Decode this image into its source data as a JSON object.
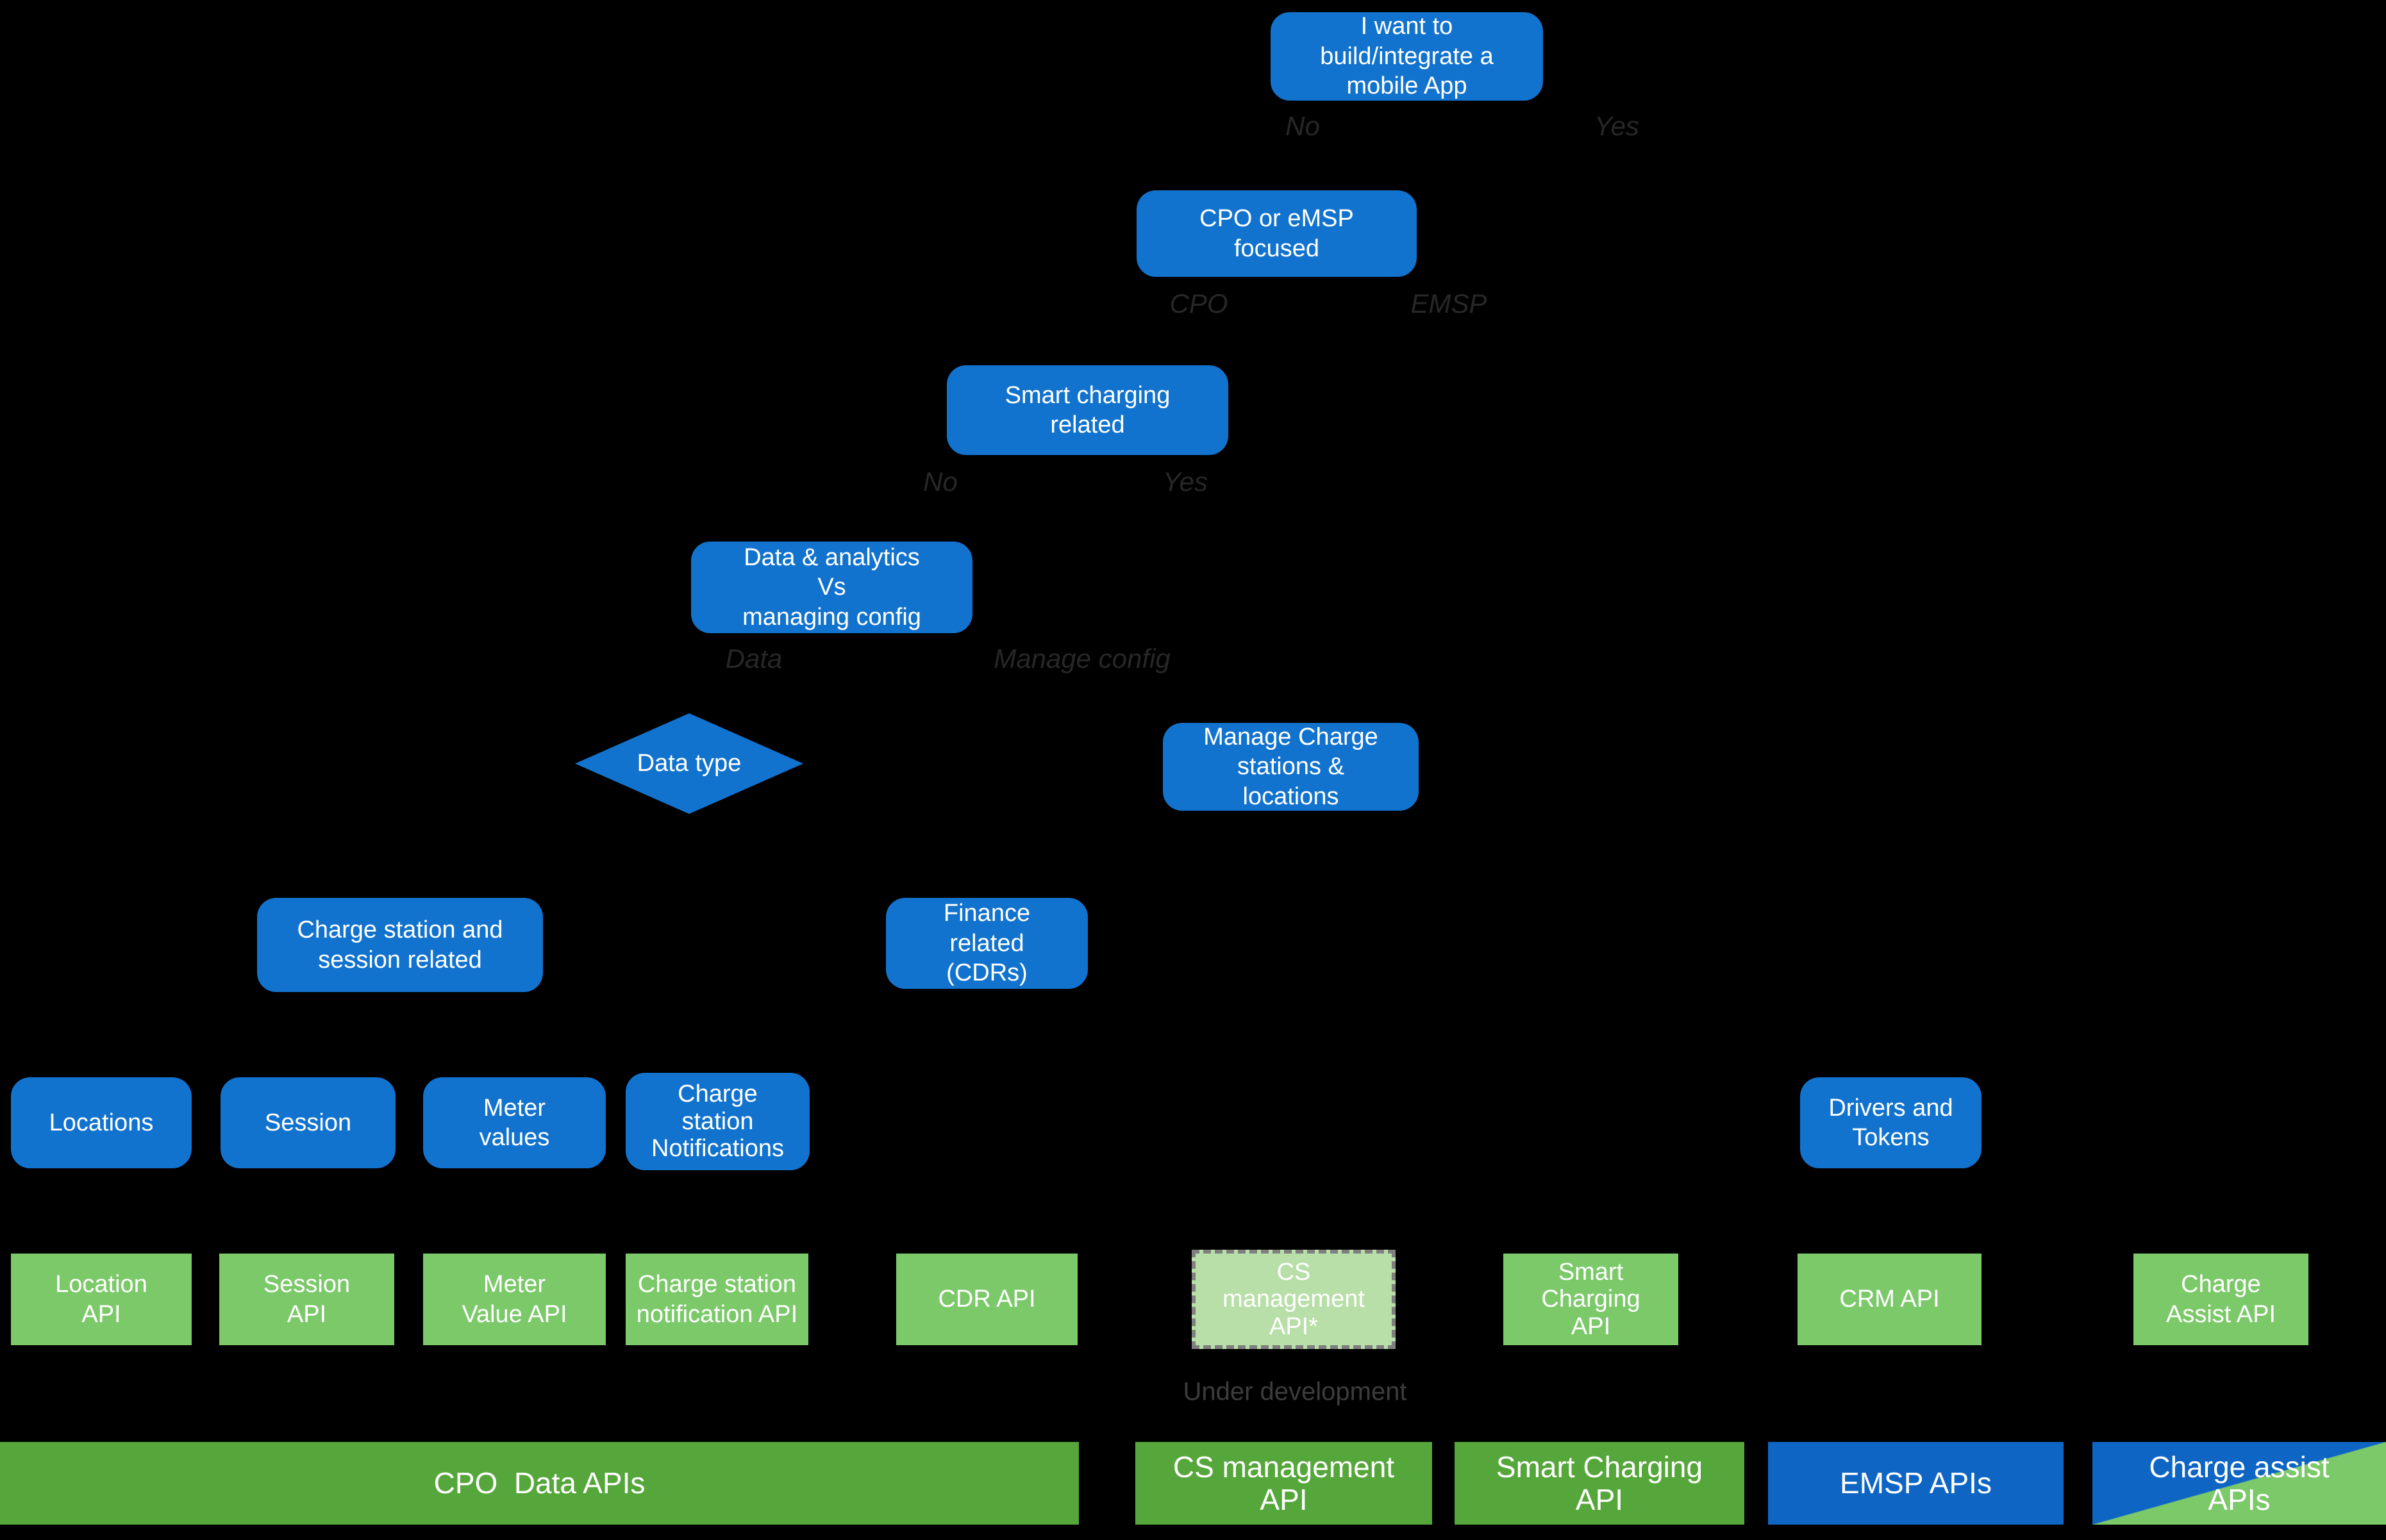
{
  "colors": {
    "background": "#000000",
    "node_blue": "#1273ce",
    "api_green": "#7cc96a",
    "api_green_pale": "#b8dfa8",
    "bar_green_dark": "#56a73b",
    "bar_blue": "#0e65c4",
    "edge_label_gray": "#272727",
    "note_gray": "#3c3c3c",
    "dashed_border_gray": "#7f7f7f"
  },
  "nodes": {
    "mobile_app": {
      "label": "I want to\nbuild/integrate a\nmobile App"
    },
    "cpo_emsp": {
      "label": "CPO or eMSP\nfocused"
    },
    "smart_charging": {
      "label": "Smart charging\nrelated"
    },
    "data_vs_config": {
      "label": "Data & analytics\nVs\nmanaging config"
    },
    "data_type": {
      "label": "Data type"
    },
    "manage_charge": {
      "label": "Manage Charge\nstations &\nlocations"
    },
    "cs_session": {
      "label": "Charge station and\nsession related"
    },
    "finance": {
      "label": "Finance\nrelated\n(CDRs)"
    },
    "locations": {
      "label": "Locations"
    },
    "session": {
      "label": "Session"
    },
    "meter_values": {
      "label": "Meter\nvalues"
    },
    "cs_notifications": {
      "label": "Charge\nstation\nNotifications"
    },
    "drivers_tokens": {
      "label": "Drivers and\nTokens"
    }
  },
  "edge_labels": {
    "mobile_no": "No",
    "mobile_yes": "Yes",
    "focus_cpo": "CPO",
    "focus_emsp": "EMSP",
    "smart_no": "No",
    "smart_yes": "Yes",
    "data": "Data",
    "manage_config": "Manage config"
  },
  "api_boxes": {
    "location_api": "Location\nAPI",
    "session_api": "Session\nAPI",
    "meter_value_api": "Meter\nValue API",
    "cs_notification_api": "Charge station\nnotification API",
    "cdr_api": "CDR API",
    "cs_management_api": "CS\nmanagement\nAPI*",
    "smart_charging_api": "Smart\nCharging\nAPI",
    "crm_api": "CRM API",
    "charge_assist_api": "Charge\nAssist API"
  },
  "notes": {
    "under_development": "Under development"
  },
  "bottom_bars": {
    "cpo_data": "CPO  Data APIs",
    "cs_management": "CS management\nAPI",
    "smart_charging": "Smart Charging\nAPI",
    "emsp": "EMSP APIs",
    "charge_assist": "Charge assist\nAPIs"
  }
}
